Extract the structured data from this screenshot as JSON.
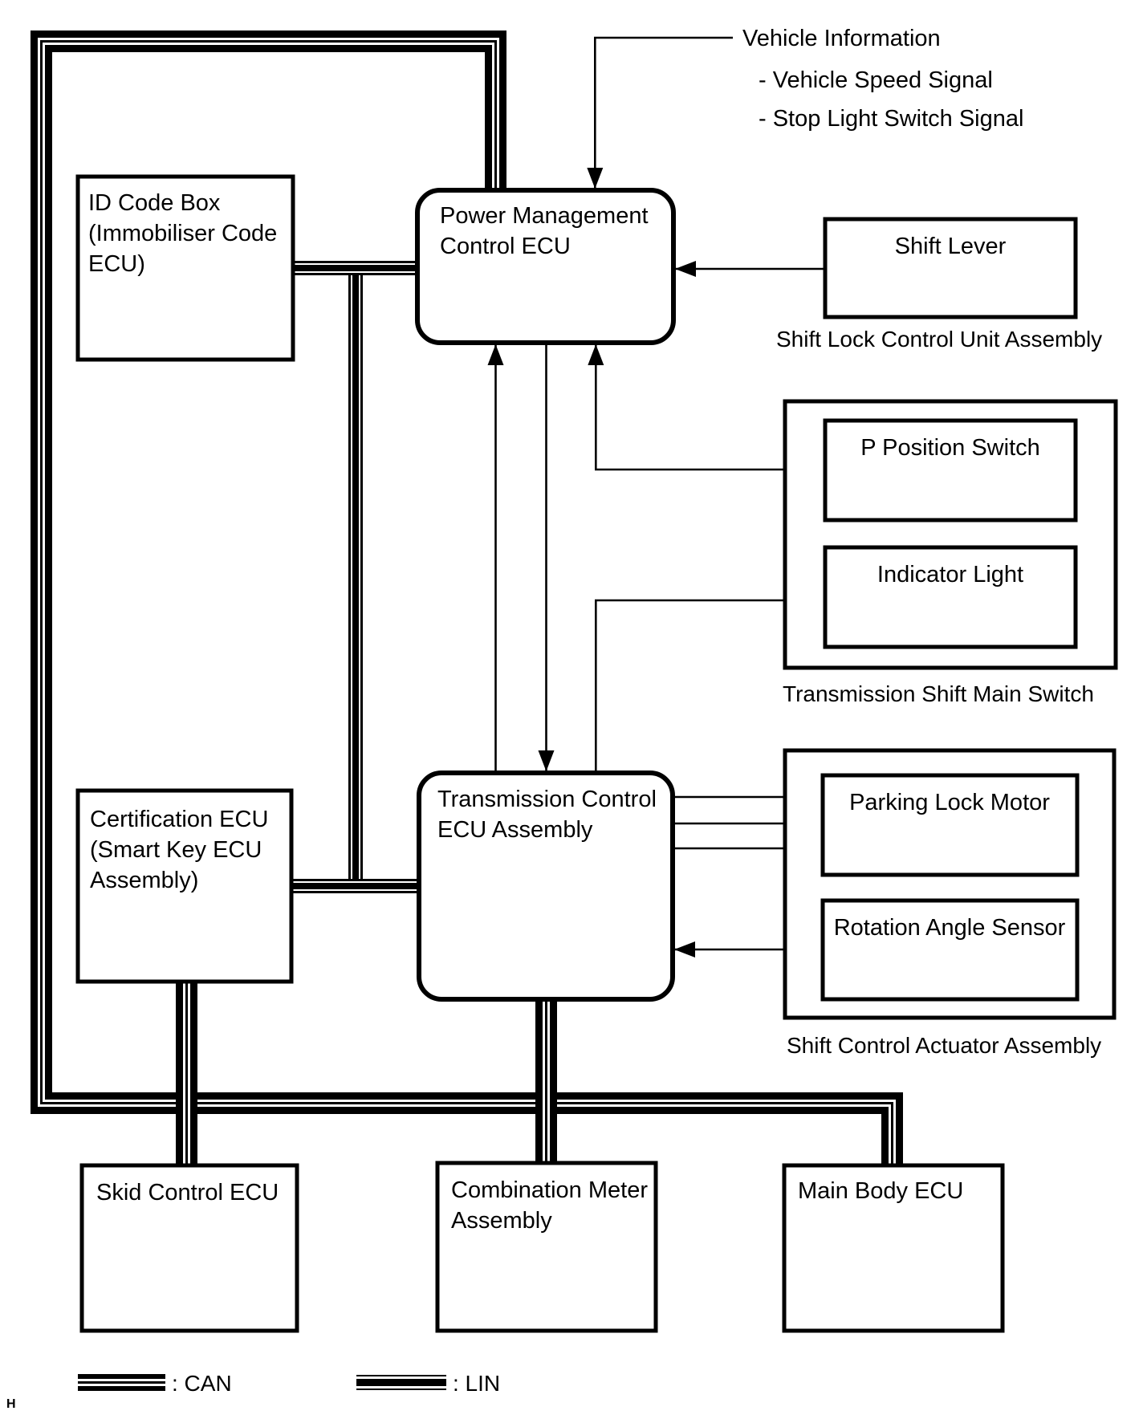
{
  "annotations": {
    "vehicle_information": "Vehicle Information",
    "signals": [
      "- Vehicle Speed Signal",
      "- Stop Light Switch Signal"
    ]
  },
  "nodes": {
    "id_code_box": {
      "lines": [
        "ID Code Box",
        "(Immobiliser Code",
        "ECU)"
      ]
    },
    "power_management_ecu": {
      "lines": [
        "Power Management",
        "Control ECU"
      ]
    },
    "shift_lever": {
      "label": "Shift Lever"
    },
    "certification_ecu": {
      "lines": [
        "Certification ECU",
        "(Smart Key ECU",
        "Assembly)"
      ]
    },
    "transmission_control_ecu": {
      "lines": [
        "Transmission Control",
        "ECU Assembly"
      ]
    },
    "p_position_switch": {
      "label": "P Position Switch"
    },
    "indicator_light": {
      "label": "Indicator Light"
    },
    "parking_lock_motor": {
      "label": "Parking Lock Motor"
    },
    "rotation_angle_sensor": {
      "label": "Rotation Angle Sensor"
    },
    "skid_control_ecu": {
      "label": "Skid Control ECU"
    },
    "combination_meter": {
      "lines": [
        "Combination Meter",
        "Assembly"
      ]
    },
    "main_body_ecu": {
      "label": "Main Body ECU"
    }
  },
  "group_labels": {
    "shift_lock_control_unit_assembly": "Shift Lock Control Unit Assembly",
    "transmission_shift_main_switch": "Transmission Shift Main Switch",
    "shift_control_actuator_assembly": "Shift Control Actuator Assembly"
  },
  "legend": {
    "can_label": ": CAN",
    "lin_label": ": LIN"
  },
  "footer": {
    "page_mark": "H"
  },
  "colors": {
    "line": "#000000",
    "background": "#ffffff"
  }
}
